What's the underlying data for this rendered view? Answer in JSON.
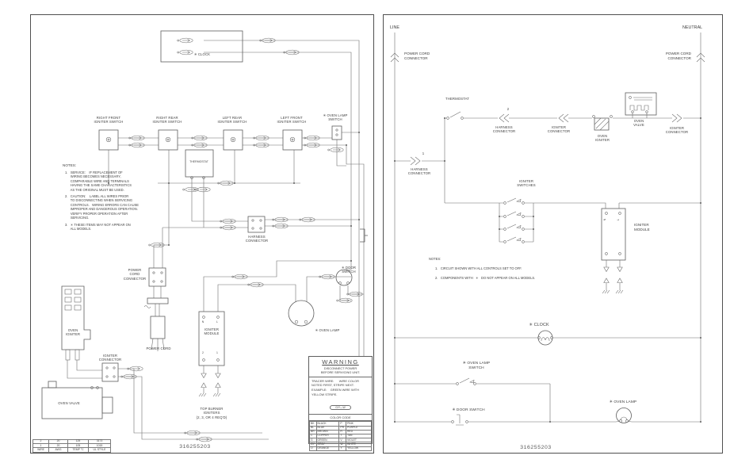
{
  "left": {
    "part_number": "316255203",
    "clock_label": "✳ CLOCK",
    "igniter_switches": [
      "RIGHT FRONT\nIGNITER SWITCH",
      "RIGHT REAR\nIGNITER SWITCH",
      "LEFT REAR\nIGNITER SWITCH",
      "LEFT FRONT\nIGNITER SWITCH"
    ],
    "oven_lamp_switch": "✳ OVEN LAMP\nSWITCH",
    "thermostat": "THERMOSTAT",
    "harness_connector": "HARNESS\nCONNECTOR",
    "power_cord_connector": "POWER\nCORD\nCONNECTOR",
    "power_cord": "POWER CORD",
    "oven_igniter": "OVEN\nIGNITER",
    "igniter_connector": "IGNITER\nCONNECTOR",
    "oven_valve": "OVEN  VALVE",
    "igniter_module": "IGNITER\nMODULE",
    "module_terminals": {
      "top_left": "N",
      "top_right": "L",
      "bottom_left": "2",
      "bottom_right": "1"
    },
    "top_burner_igniters": "TOP BURNER\nIGNITERS\n(2, 3, OR 4 REQ'D)",
    "oven_lamp": "✳ OVEN LAMP",
    "door_switch": "✳ DOOR SWITCH",
    "notes_title": "NOTES:",
    "note1": "1.   SERVICE:    IF REPLACEMENT OF\n      WIRING BECOMES NECESSARY,\n      COMPARABLE WIRE AND TERMINALS\n      HAVING THE SAME CHARACTERISTICS\n      AS THE ORIGINAL MUST BE USED.",
    "note2": "2.   CAUTION:    LABEL ALL WIRES PRIOR\n      TO DISCONNECTING WHEN SERVICING\n      CONTROLS.   WIRING ERRORS CAN CAUSE\n      IMPROPER AND DANGEROUS OPERATION.\n      VERIFY PROPER OPERATION AFTER\n      SERVICING.",
    "note3": "3.   ✳ THESE ITEMS MAY NOT APPEAR ON\n      ALL MODELS.",
    "warning": {
      "title": "WARNING",
      "subtitle": "DISCONNECT POWER\nBEFORE SERVICING UNIT.",
      "tracer": "TRACER WIRE:      WIRE COLOR\nNOTED FIRST, STRIPE NEXT.\nEXAMPLE:    GREEN WIRE WITH\nYELLOW STRIPE.",
      "example_tag": "G/Y—W",
      "color_code_title": "COLOR CODE",
      "colors": [
        [
          "BK",
          "BLACK",
          "P",
          "PINK"
        ],
        [
          "BL",
          "BLUE",
          "PR",
          "PURPLE"
        ],
        [
          "BR",
          "BROWN",
          "R",
          "RED"
        ],
        [
          "C",
          "COPPER",
          "T",
          "TAN"
        ],
        [
          "G",
          "GREEN",
          "V",
          "VIOLET"
        ],
        [
          "GY",
          "GRAY",
          "W",
          "WHITE"
        ],
        [
          "O",
          "ORANGE",
          "Y",
          "YELLOW"
        ]
      ]
    },
    "wire_table": [
      [
        "2",
        "20",
        "125",
        "3173"
      ],
      [
        "1",
        "20",
        "105",
        "1015"
      ],
      [
        "WIRE",
        "AWG",
        "TEMP °C",
        "UL STYLE"
      ]
    ]
  },
  "right": {
    "part_number": "316255203",
    "line": "LINE",
    "neutral": "NEUTRAL",
    "power_cord_connector_left": "POWER CORD\nCONNECTOR",
    "power_cord_connector_right": "POWER CORD\nCONNECTOR",
    "thermostat": "THERMOSTAT",
    "harness_connector_2_num": "2",
    "harness_connector_2": "HARNESS\nCONNECTOR",
    "igniter_connector_mid": "IGNITER\nCONNECTOR",
    "oven_igniter": "OVEN\nIGNITER",
    "oven_valve": "OVEN\nVALVE",
    "igniter_connector_right": "IGNITER\nCONNECTOR",
    "harness_connector_1_num": "1",
    "harness_connector_1": "HARNESS\nCONNECTOR",
    "igniter_switches": "IGNITER\nSWITCHES",
    "igniter_module": "IGNITER\nMODULE",
    "module_terminals": {
      "left": "N",
      "right": "L"
    },
    "notes_title": "NOTES:",
    "note1": "1.   CIRCUIT SHOWN WITH ALL CONTROLS SET TO OFF.",
    "note2": "2.   COMPONENTS WITH   ✳   DO NOT APPEAR ON ALL MODELS.",
    "clock": "✳ CLOCK",
    "oven_lamp_switch": "✳ OVEN LAMP\nSWITCH",
    "door_switch": "✳ DOOR SWITCH",
    "oven_lamp": "✳ OVEN LAMP"
  }
}
